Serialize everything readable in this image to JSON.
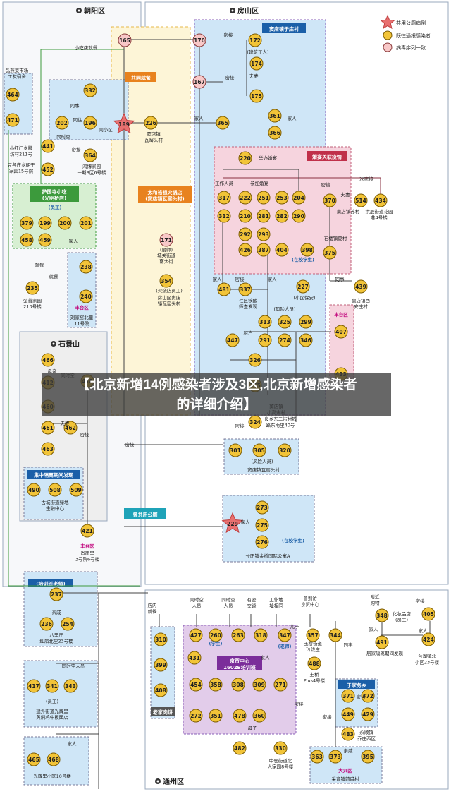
{
  "colors": {
    "case": "#F2C438",
    "case_stroke": "#7a5a00",
    "pending": "#F8C8C8",
    "pending_stroke": "#8a3a3a",
    "star": "#E87070",
    "blue_box": "#CFE6F7",
    "pink_box": "#F6D4DE",
    "green_box": "#D7EFD2",
    "yellow_box": "#FDF5D7",
    "purple_box": "#E2CCEA",
    "title_blue": "#2A6CB0",
    "tag_blue": "#1B5FA8",
    "tag_red": "#C0304A",
    "tag_orange": "#E8821E",
    "tag_green": "#3C9A3C",
    "tag_purple": "#7B2D9A",
    "tag_teal": "#1FA3B8",
    "magenta": "#C0007A"
  },
  "legend": {
    "shared_case": "共用公厕病例",
    "reported": "既往通报感染者",
    "pending": "病毒序列一致"
  },
  "banner": {
    "line1": "【北京新增14例感染者涉及3区,北京新增感染者",
    "line2": "的详细介绍】"
  },
  "districts": {
    "chaoyang": "朝阳区",
    "fangshan": "房山区",
    "shijingshan": "石景山",
    "tongzhou": "通州区"
  },
  "tags": {
    "dianfang": "窦店镇于庄村",
    "gongtong": "共同就餐",
    "taihe": "太和裕祖火锅店\n(窦店镇瓦窑头村)",
    "huguo": "护国寺小吃\n(光明桥店)",
    "hunyan": "婚宴关联疫情",
    "fengtai1": "丰台区",
    "fengtai2": "丰台区",
    "jizhong": "集中隔离期间发现",
    "gongyong": "曾共用公厕",
    "jingmao": "京贸中心\n1602B培训班",
    "dahsing": "大兴区",
    "yujiawu": "于家务乡",
    "zaixiao1": "(在校学生)",
    "zaixiao2": "(在校学生)",
    "peixun": "(培训班老师)",
    "laojia": "老家肉饼",
    "fengtai3": "丰台区"
  },
  "labels": {
    "l1": "小吃店就餐",
    "l2": "弘燕菜市场\n工友宿舍",
    "l3": "小红门乡牌\n坊村211号",
    "l4": "豆各庄乡朝干\n家园15号院",
    "l5": "同事",
    "l6": "同住",
    "l7": "同小区",
    "l8": "同时空",
    "l9": "密接",
    "l10": "鸿博家园\n一期B区6号楼",
    "l11": "窦店镇\n瓦窑头村",
    "l12": "家人",
    "l13": "密接",
    "l14": "(建筑工人)",
    "l15": "夫妻",
    "l16": "密接",
    "l17": "家人",
    "l18": "举办婚宴",
    "l19": "参加婚宴",
    "l20": "工作人员",
    "l21": "密接",
    "l22": "次密接",
    "l23": "夫妻",
    "l24": "窦店镇苏村",
    "l25": "拱辰街道花园\n巷4号楼",
    "l26": "石楼镇夏村",
    "l27": "(厨师)",
    "l28": "城关街道\n南大街",
    "l29": "(火烧店员工)",
    "l30": "房山区窦店\n镇瓦窑头村",
    "l31": "(员工)",
    "l32": "家人",
    "l33": "就餐",
    "l34": "就餐",
    "l35": "弘善家园\n213号楼",
    "l36": "刘家窑北里\n11号院",
    "l37": "家人",
    "l38": "密接",
    "l39": "家人",
    "l40": "社区核酸\n筛查发现",
    "l41": "(小区保安)",
    "l42": "同事",
    "l43": "窦店镇西\n安庄村",
    "l44": "(风险人员)",
    "l45": "租户",
    "l46": "窦店镇\n小高舍村",
    "l47": "良乡东二街村铁\n路东南里40号",
    "l48": "密接",
    "l49": "母亲",
    "l50": "同时空",
    "l51": "夫妻",
    "l52": "密接",
    "l53": "古城街道绿地\n金融中心",
    "l54": "密接",
    "l55": "(风险人员)",
    "l56": "窦店镇瓦窑头村",
    "l57": "家人",
    "l58": "长阳镇金桥国际公寓A",
    "l59": "肖南里\n3号院6号楼",
    "l60": "亲戚",
    "l61": "八里庄\n红庙北里23号楼",
    "l62": "同时空人员",
    "l63": "(员工)",
    "l64": "建外街道光辉里\n黄焖鸡牛板面店",
    "l65": "家人",
    "l66": "光辉里小区10号楼",
    "l67": "店内\n就餐",
    "l68": "同时空\n人员",
    "l69": "同时空\n人员",
    "l70": "有密\n交谈",
    "l71": "工作地\n址相同",
    "l72": "曾到访\n京贸中心",
    "l73": "附近\n购物",
    "l74": "密接",
    "l75": "化妆品店\n(员工)",
    "l76": "家人",
    "l77": "居家隔离期间发现",
    "l78": "家人",
    "l79": "台湖镇北\n小区23号楼",
    "l80": "儿子",
    "l81": "玉桥街道\n玲珑庄",
    "l82": "土桥\nPlus4号楼",
    "l83": "同事",
    "l84": "家人",
    "l85": "密接",
    "l86": "密接",
    "l87": "亲戚",
    "l88": "永顺镇\n乔庄西区",
    "l89": "采育镇前甫村",
    "l90": "母子",
    "l91": "中仓街道北\n人家园8号楼",
    "l92": "(学生)",
    "l93": "(老师)",
    "l94": "家人"
  }
}
